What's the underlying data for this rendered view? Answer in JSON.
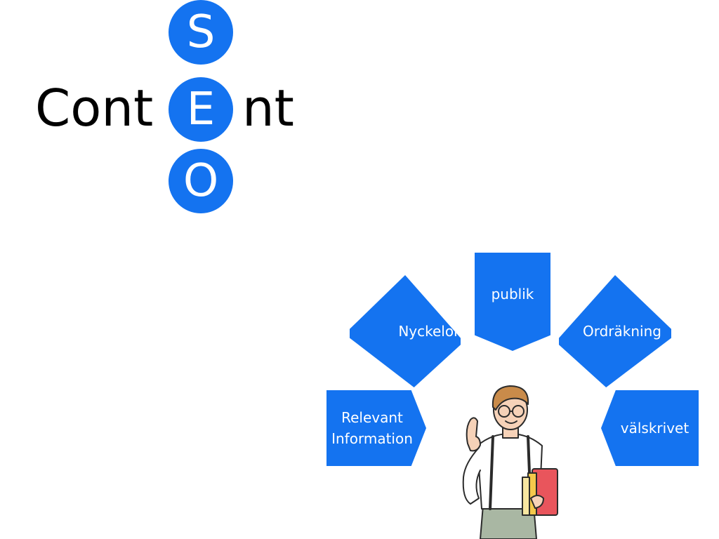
{
  "title": {
    "left": "Cont",
    "right": "nt",
    "letters": [
      "S",
      "E",
      "O"
    ]
  },
  "items": {
    "publik": "publik",
    "nyckelord": "Nyckelord",
    "ordrakning": "Ordräkning",
    "relevant_line1": "Relevant",
    "relevant_line2": "Information",
    "valskrivet": "välskrivet"
  },
  "colors": {
    "accent": "#1473f0"
  },
  "icons": {
    "illustration": "presenter-person-icon"
  }
}
